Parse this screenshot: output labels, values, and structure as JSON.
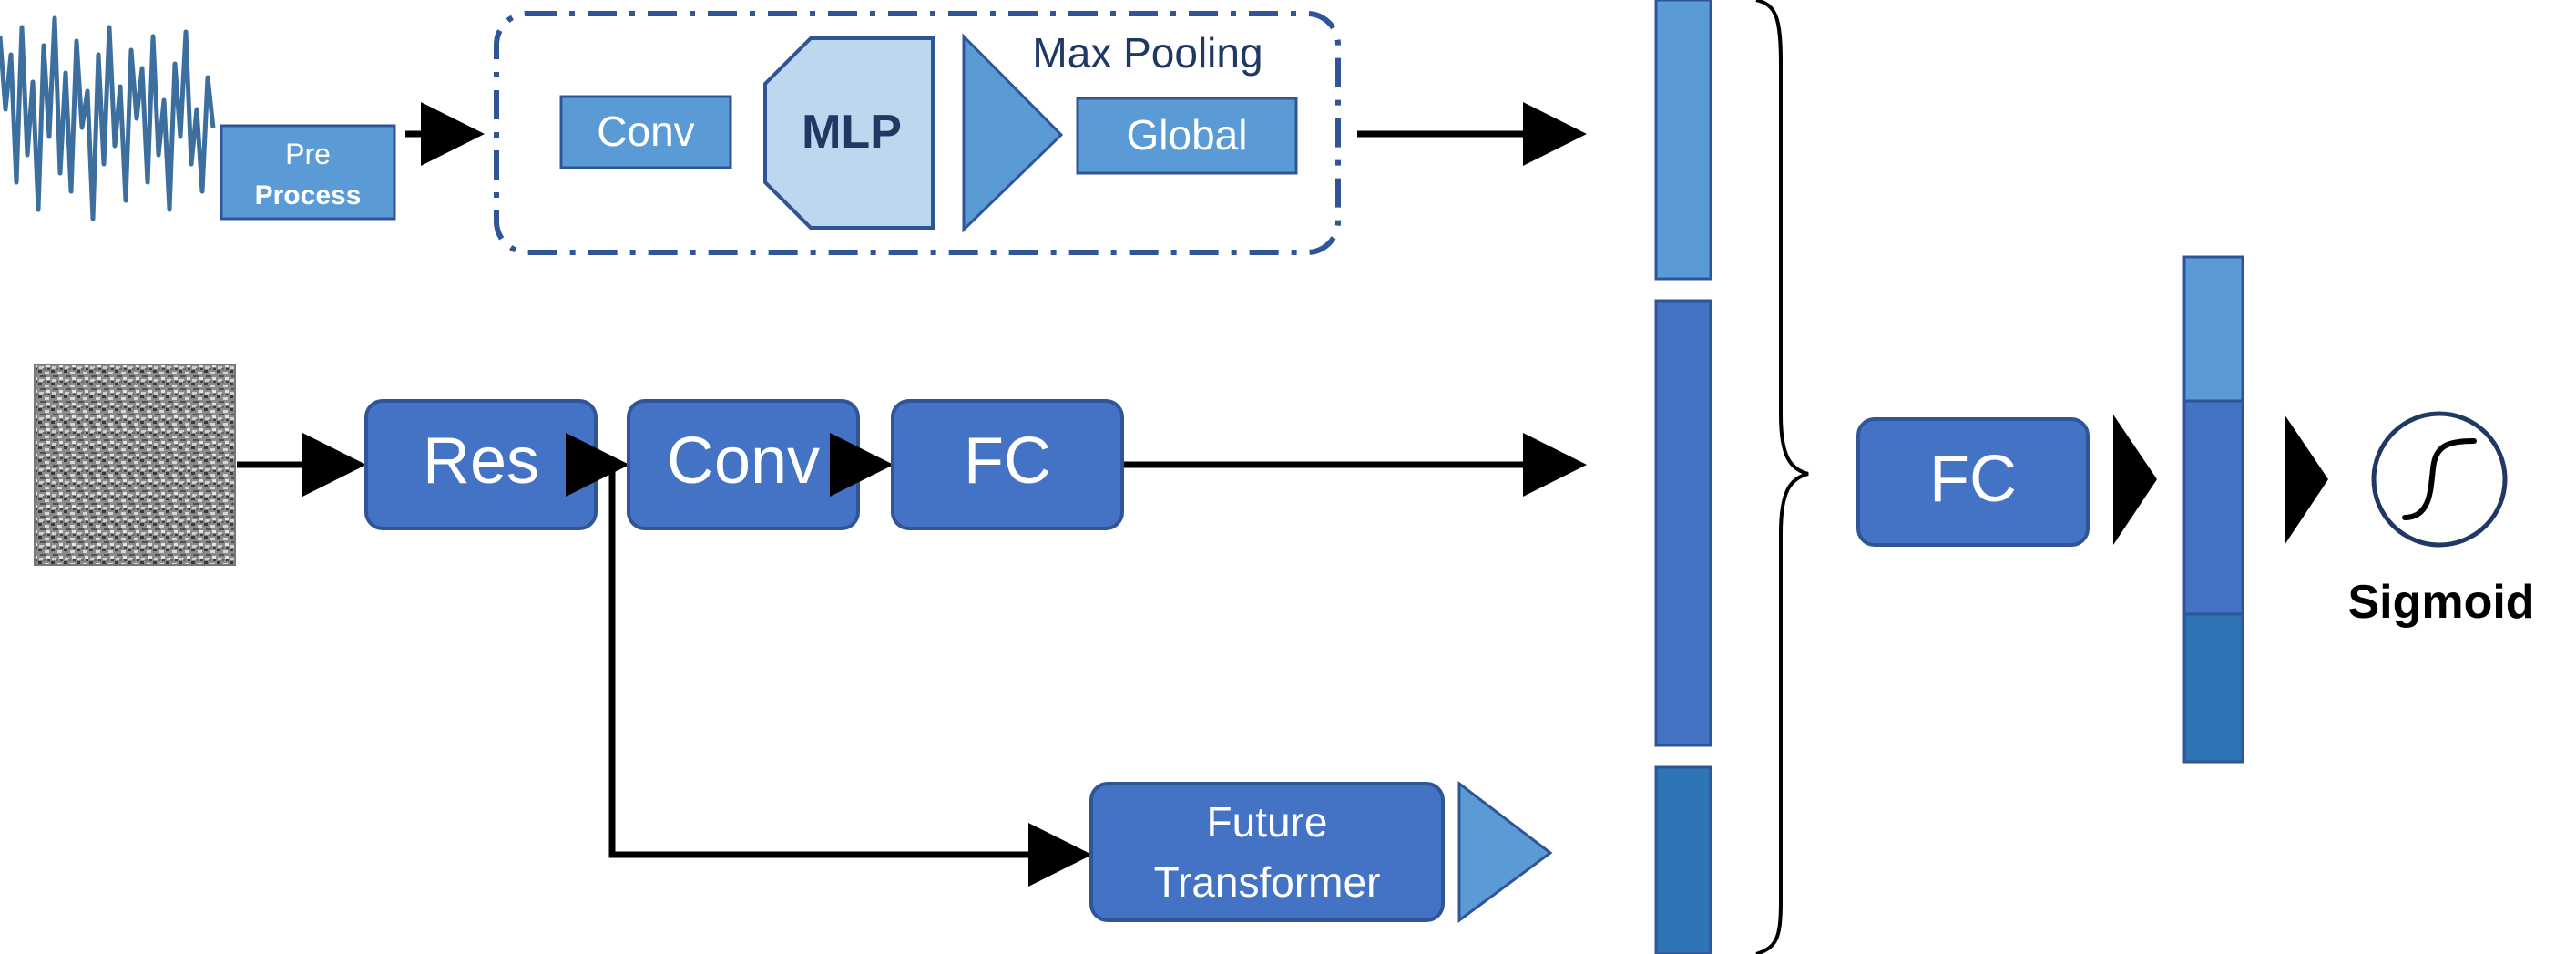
{
  "preprocess": {
    "line1": "Pre",
    "line2": "Process"
  },
  "top_branch": {
    "conv": "Conv",
    "mlp": "MLP",
    "pooling_title": "Max Pooling",
    "global": "Global"
  },
  "mid_branch": {
    "res": "Res",
    "conv": "Conv",
    "fc": "FC"
  },
  "transformer": {
    "line1": "Future",
    "line2": "Transformer"
  },
  "fusion": {
    "fc": "FC"
  },
  "output": {
    "label": "Sigmoid"
  },
  "colors": {
    "light_blue": "#5b9bd5",
    "mid_blue": "#4472c4",
    "dark_blue": "#2e75b6",
    "pale_blue": "#bdd7ee",
    "border": "#2f5597",
    "signal": "#3c6e9e"
  }
}
